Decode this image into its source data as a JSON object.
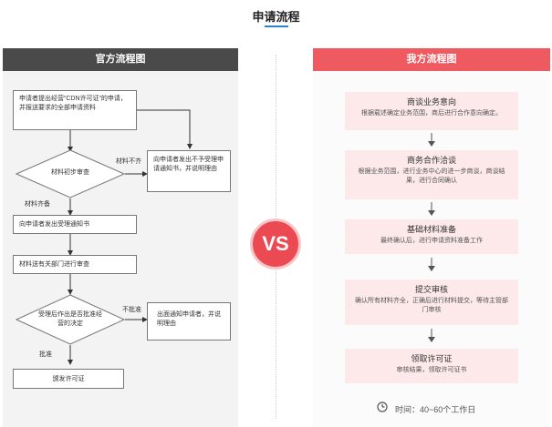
{
  "page": {
    "title": "申请流程"
  },
  "left": {
    "header": "官方流程图",
    "box_apply": "申请者提出经营“CDN许可证”的申请，并报送要求的全部申请资料",
    "diamond_review": "材料初步审查",
    "label_incomplete": "材料不齐",
    "box_reject_notice": "向申请者发出不予受理申请通知书，并说明理由",
    "label_complete": "材料齐备",
    "box_accept_notice": "向申请者发出受理通知书",
    "box_dept_review": "材料送有关部门进行审查",
    "diamond_decision": "受理后作出是否批准经营的决定",
    "label_not_approved": "不批准",
    "box_not_approved": "出面通知申请者，并说明理由",
    "label_approved": "批准",
    "box_issue": "颁发许可证"
  },
  "vs": {
    "text": "VS"
  },
  "right": {
    "header": "我方流程图",
    "steps": [
      {
        "title": "商谈业务意向",
        "desc": "根据载述确定业务范围，商后进行合作意向确定。"
      },
      {
        "title": "商务合作洽谈",
        "desc": "根据业务范围，进行业务中心的进一步商谈，商谈结果，进行合同确认"
      },
      {
        "title": "基础材料准备",
        "desc": "最终确认后，进行申请资料准备工作"
      },
      {
        "title": "提交审核",
        "desc": "确认所有材料齐全，正确后进行材料提交，等待主管部门审核"
      },
      {
        "title": "领取许可证",
        "desc": "审核结果，领取许可证书"
      }
    ],
    "time": "时间：40~60个工作日"
  },
  "colors": {
    "left_header": "#4a4a4a",
    "right_header": "#ef5a61",
    "vs": "#ec4a53",
    "step_bg": "#fde9ea",
    "accent": "#2b84d0"
  }
}
